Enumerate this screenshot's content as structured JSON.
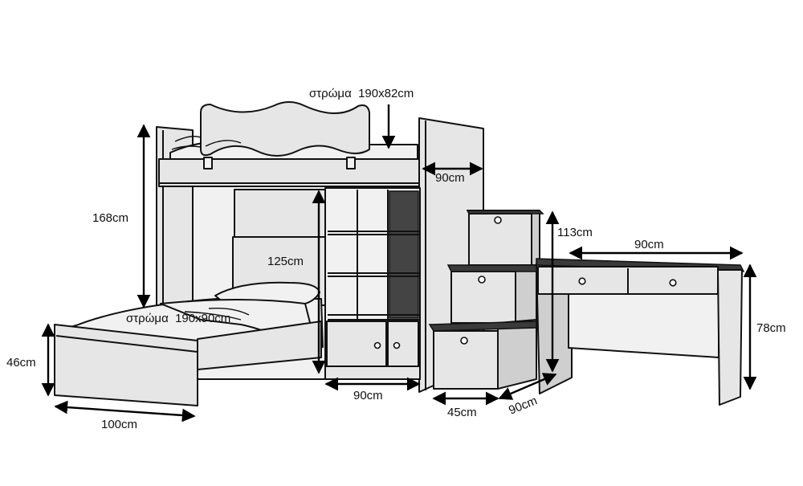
{
  "labels": {
    "top_mattress": "στρώμα  190x82cm",
    "bottom_mattress": "στρώμα  190x90cm",
    "bed_height": "168cm",
    "shelf_height": "125cm",
    "top_depth": "90cm",
    "stairs_height": "113cm",
    "desk_width": "90cm",
    "desk_height": "78cm",
    "bed_front_height": "46cm",
    "bed_width": "100cm",
    "shelf_width": "90cm",
    "stairs_width": "45cm",
    "stairs_depth": "90cm"
  },
  "colors": {
    "line": "#111111",
    "panel": "#e6e6e6",
    "panel_dark": "#3a3a3a"
  }
}
